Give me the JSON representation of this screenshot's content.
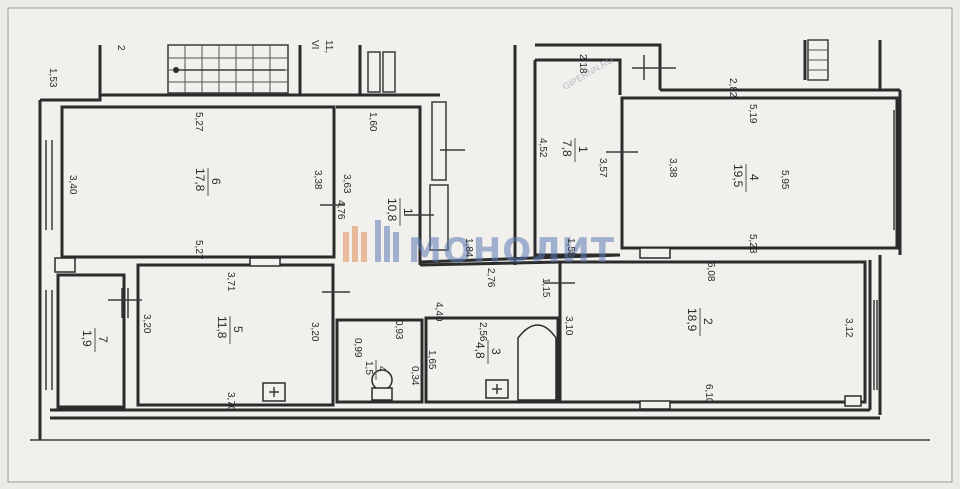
{
  "watermark": {
    "logo_text": "МОНОЛИТ",
    "site_text": "GIPERNN.RU"
  },
  "stair_labels": {
    "left": "2",
    "right_roman": "VI",
    "right_area": "11,"
  },
  "rooms": [
    {
      "id": "room-6",
      "number": "6",
      "area": "17,8"
    },
    {
      "id": "room-1-hall",
      "number": "1",
      "area": "10,8"
    },
    {
      "id": "room-5",
      "number": "5",
      "area": "11,8"
    },
    {
      "id": "room-7",
      "number": "7",
      "area": "1,9"
    },
    {
      "id": "room-4-bath",
      "number": "4",
      "area": "1,5"
    },
    {
      "id": "room-3-bath",
      "number": "3",
      "area": "4,8"
    },
    {
      "id": "room-1-right",
      "number": "1",
      "area": "7,8"
    },
    {
      "id": "room-4-right",
      "number": "4",
      "area": "19,5"
    },
    {
      "id": "room-2",
      "number": "2",
      "area": "18,9"
    }
  ],
  "dimensions": [
    "1,53",
    "5,27",
    "3,40",
    "3,38",
    "5,27",
    "1,60",
    "3,63",
    "4,76",
    "3,71",
    "3,20",
    "3,20",
    "3,70",
    "1,84",
    "2,76",
    "4,40",
    "1,15",
    "0,99",
    "0,93",
    "1,65",
    "0,34",
    "2,56",
    "2,18",
    "4,52",
    "1,58",
    "2,82",
    "5,19",
    "3,57",
    "3,38",
    "5,95",
    "5,23",
    "6,08",
    "3,10",
    "3,12",
    "6,10"
  ]
}
